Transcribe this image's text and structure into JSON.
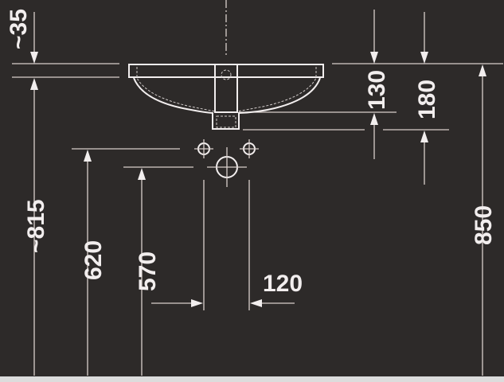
{
  "dimensions": {
    "top_gap": "~35",
    "height_to_rim_approx": "~815",
    "rim_height": "850",
    "tap_hole_height": "620",
    "drain_height": "570",
    "tap_hole_spacing": "120",
    "overflow_depth": "130",
    "basin_depth": "180"
  },
  "colors": {
    "background": "#2d2a29",
    "line": "#f2eeee",
    "floor": "#dcdcdc"
  }
}
